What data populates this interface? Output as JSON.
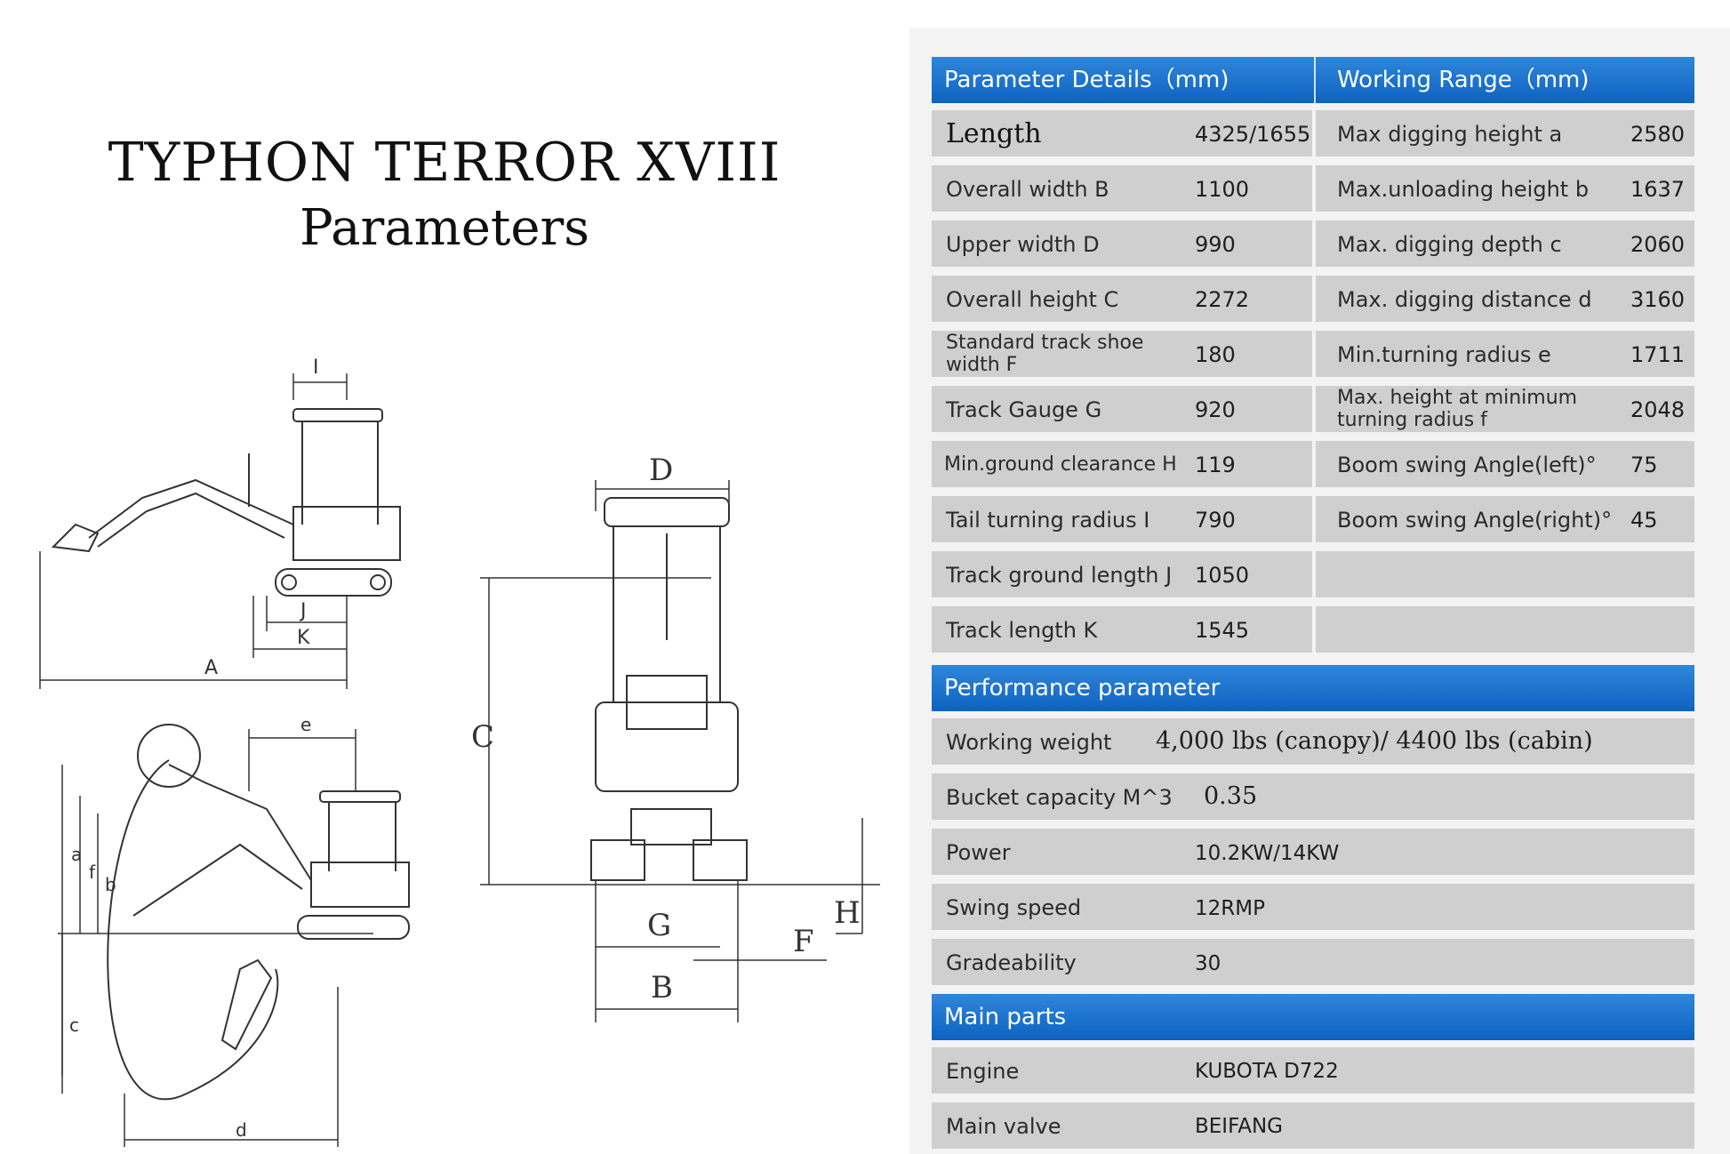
{
  "page_title": "TYPHON TERROR XVIII",
  "page_subtitle": "Parameters",
  "drawing_labels": {
    "I": "I",
    "J": "J",
    "K": "K",
    "A": "A",
    "e": "e",
    "a": "a",
    "f": "f",
    "b": "b",
    "c": "c",
    "d": "d",
    "D": "D",
    "C": "C",
    "G": "G",
    "B": "B",
    "F": "F",
    "H": "H"
  },
  "table_header": {
    "left": "Parameter Details（mm)",
    "right": "Working Range（mm)"
  },
  "parameter_rows": [
    {
      "label": "Length",
      "value": "4325/1655",
      "range_label": "Max digging height a",
      "range_value": "2580"
    },
    {
      "label": "Overall width B",
      "value": "1100",
      "range_label": "Max.unloading height b",
      "range_value": "1637"
    },
    {
      "label": "Upper width D",
      "value": "990",
      "range_label": "Max. digging depth c",
      "range_value": "2060"
    },
    {
      "label": "Overall height C",
      "value": "2272",
      "range_label": "Max. digging distance d",
      "range_value": "3160"
    },
    {
      "label": "Standard track shoe width F",
      "value": "180",
      "range_label": "Min.turning radius e",
      "range_value": "1711"
    },
    {
      "label": "Track Gauge G",
      "value": "920",
      "range_label": "Max. height at minimum turning radius f",
      "range_value": "2048"
    },
    {
      "label": "Min.ground clearance H",
      "value": "119",
      "range_label": "Boom swing Angle(left)°",
      "range_value": "75"
    },
    {
      "label": "Tail turning radius I",
      "value": "790",
      "range_label": "Boom swing Angle(right)°",
      "range_value": "45"
    },
    {
      "label": "Track ground length J",
      "value": "1050",
      "range_label": "",
      "range_value": ""
    },
    {
      "label": "Track length K",
      "value": "1545",
      "range_label": "",
      "range_value": ""
    }
  ],
  "performance_header": "Performance parameter",
  "performance_rows": [
    {
      "label": "Working weight",
      "value": "4,000 lbs (canopy)/ 4400 lbs (cabin)"
    },
    {
      "label": "Bucket capacity M^3",
      "value": "0.35"
    },
    {
      "label": "Power",
      "value": "10.2KW/14KW"
    },
    {
      "label": "Swing speed",
      "value": "12RMP"
    },
    {
      "label": "Gradeability",
      "value": "30"
    }
  ],
  "main_parts_header": "Main parts",
  "main_parts_rows": [
    {
      "label": "Engine",
      "value": "KUBOTA D722"
    },
    {
      "label": "Main valve",
      "value": "BEIFANG"
    }
  ],
  "colors": {
    "header_blue": "#1a6fcc",
    "row_gray": "#cfcfcf",
    "panel_bg": "#f3f3f3"
  }
}
